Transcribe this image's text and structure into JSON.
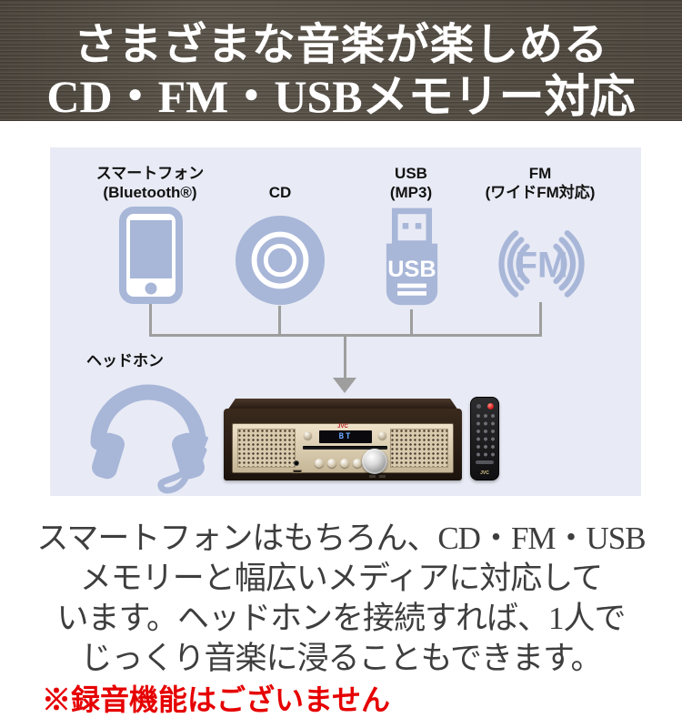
{
  "header": {
    "line1": "さまざまな音楽が楽しめる",
    "line2": "CD・FM・USBメモリー対応",
    "bg_color": "#5a5349",
    "text_color": "#ffffff"
  },
  "diagram": {
    "panel_bg": "#e8ebf5",
    "icon_color": "#a8b6d8",
    "connector_color": "#9e9e9e",
    "sources": [
      {
        "name": "smartphone",
        "icon": "smartphone-icon",
        "label_lines": [
          "スマートフォン",
          "(Bluetooth®)"
        ]
      },
      {
        "name": "cd",
        "icon": "cd-icon",
        "label_lines": [
          "CD"
        ]
      },
      {
        "name": "usb",
        "icon": "usb-icon",
        "label_lines": [
          "USB",
          "(MP3)"
        ],
        "icon_text": "USB"
      },
      {
        "name": "fm",
        "icon": "fm-radio-icon",
        "label_lines": [
          "FM",
          "(ワイドFM対応)"
        ],
        "icon_text": "FM"
      }
    ],
    "headphone_label": "ヘッドホン",
    "product": {
      "brand": "JVC",
      "display_text": "BT"
    }
  },
  "body": {
    "lines": [
      "スマートフォンはもちろん、CD・FM・USB",
      "メモリーと幅広いメディアに対応して",
      "います。ヘッドホンを接続すれば、1人で",
      "じっくり音楽に浸ることもできます。"
    ],
    "note": "※録音機能はございません",
    "note_color": "#e60000",
    "text_color": "#3e3e3e"
  }
}
